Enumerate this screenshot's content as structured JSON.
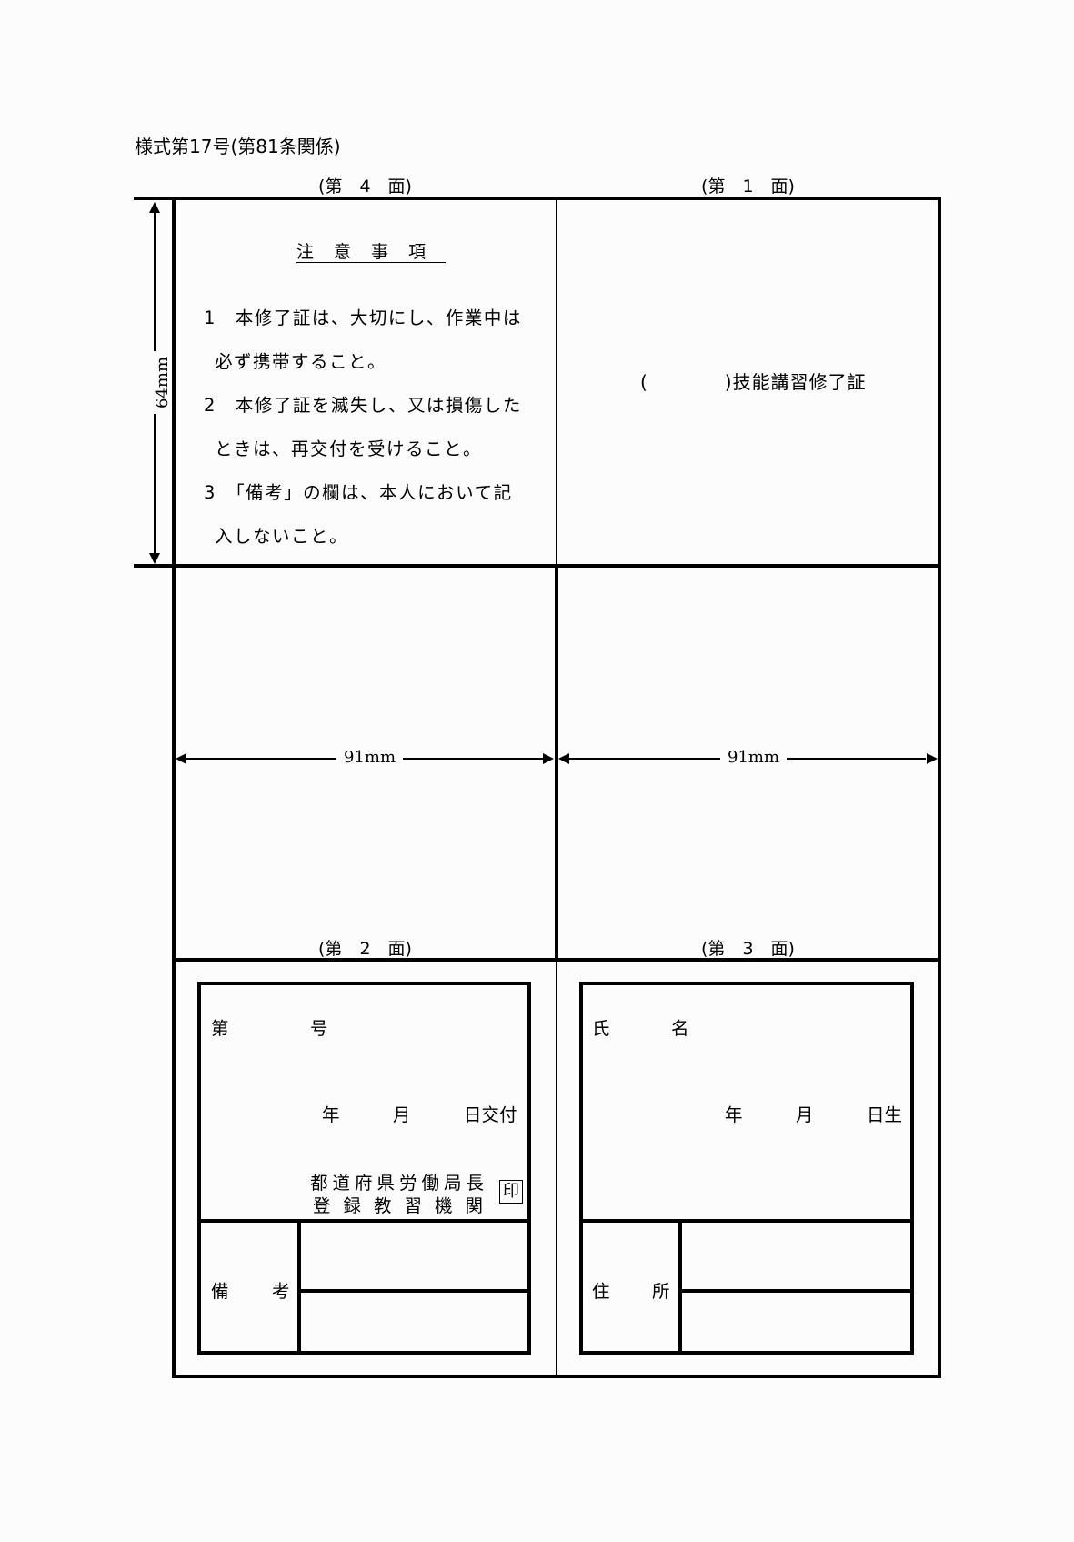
{
  "form_title": "様式第17号(第81条関係)",
  "faces": {
    "face4": {
      "label": "(第　4　面)",
      "notes_title": "注意事項",
      "notes": [
        {
          "line1": "1　本修了証は、大切にし、作業中は",
          "line2": "必ず携帯すること。"
        },
        {
          "line1": "2　本修了証を滅失し、又は損傷した",
          "line2": "ときは、再交付を受けること。"
        },
        {
          "line1": "3　「備考」の欄は、本人において記",
          "line2": "入しないこと。"
        }
      ]
    },
    "face1": {
      "label": "(第　1　面)",
      "certificate_title": "(　　　　)技能講習修了証"
    },
    "face2": {
      "label": "(第　2　面)",
      "number_prefix": "第",
      "number_suffix": "号",
      "date_issue": "年　　　月　　　日交付",
      "issuer_line1": "都道府県労働局長",
      "issuer_line2": "登録教習機関",
      "seal": "印",
      "remarks_label_a": "備",
      "remarks_label_b": "考"
    },
    "face3": {
      "label": "(第　3　面)",
      "name_label_a": "氏",
      "name_label_b": "名",
      "birth_date": "年　　　月　　　日生",
      "address_label_a": "住",
      "address_label_b": "所"
    }
  },
  "dimensions": {
    "height": "64mm",
    "width_left": "91mm",
    "width_right": "91mm"
  }
}
